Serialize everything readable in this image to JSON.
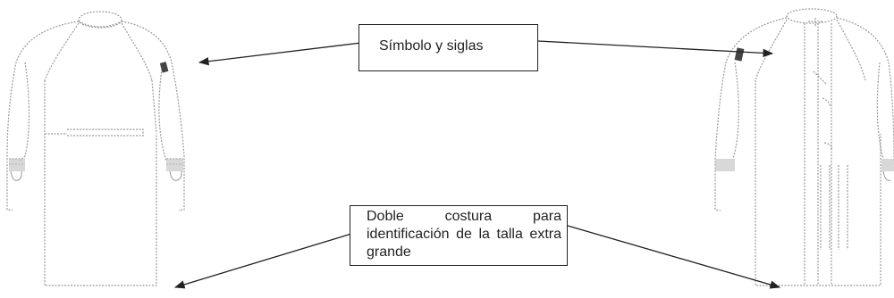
{
  "callouts": {
    "symbol_label": "Símbolo y siglas",
    "seam_label": "Doble costura para identificación de la talla extra grande"
  },
  "figures": [
    "front-gown",
    "back-gown"
  ],
  "colors": {
    "line": "#222222",
    "garment_outline": "#9a9a9a",
    "cuff_shading": "#c8c8c8",
    "badge": "#444444"
  }
}
